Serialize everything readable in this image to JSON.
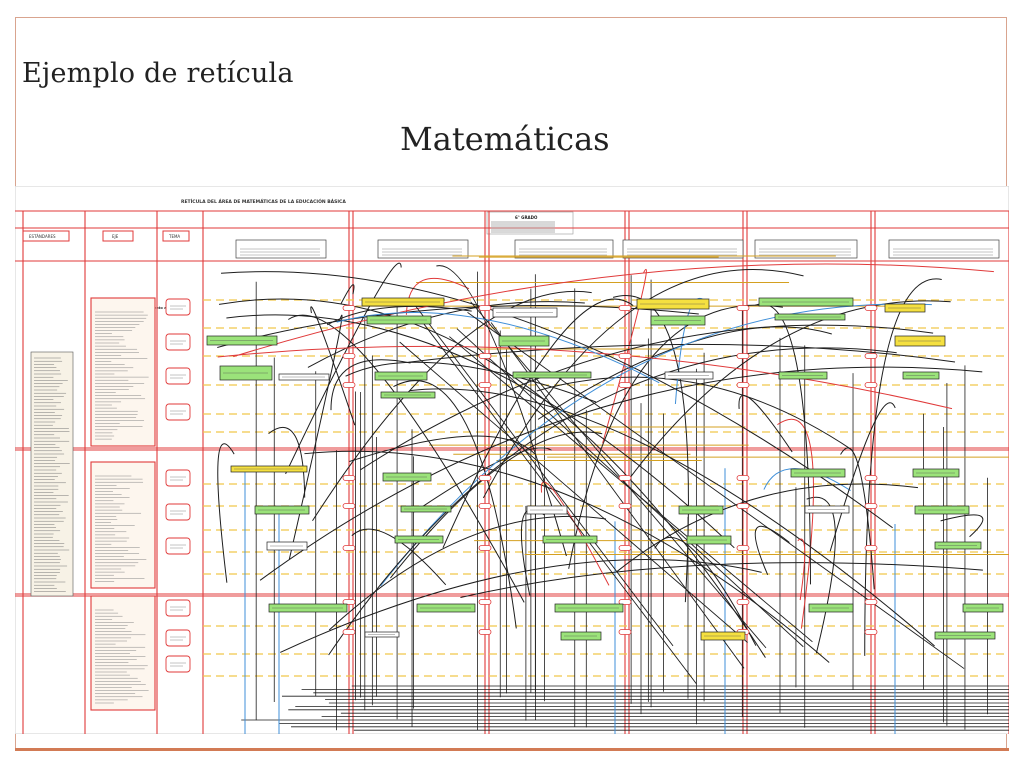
{
  "slide": {
    "title": "Ejemplo de retícula",
    "subtitle": "Matemáticas"
  },
  "diagram": {
    "heading": "RETÍCULA DEL ÁREA DE MATEMÁTICAS DE LA EDUCACIÓN BÁSICA",
    "column_headers": [
      "ESTÁNDARES",
      "EJE",
      "TEMA"
    ],
    "grade_title": "6° GRADO",
    "blocks": [
      "Bloque I",
      "Bloque II",
      "Bloque III",
      "Bloque IV",
      "Bloque V",
      "Bloque I"
    ],
    "eje_labels": [
      "Sentido numérico y pensamiento algebraico",
      "Forma, espacio y medida",
      "Manejo de la información"
    ],
    "colors": {
      "grid_red": "#e03a3a",
      "grid_yellow": "#f0c84a",
      "node_green": "#9be37a",
      "node_yellow": "#f5e040",
      "line_dark": "#1e1e1e",
      "line_blue": "#3f8fd8",
      "accent_orange": "#d27b55"
    }
  }
}
